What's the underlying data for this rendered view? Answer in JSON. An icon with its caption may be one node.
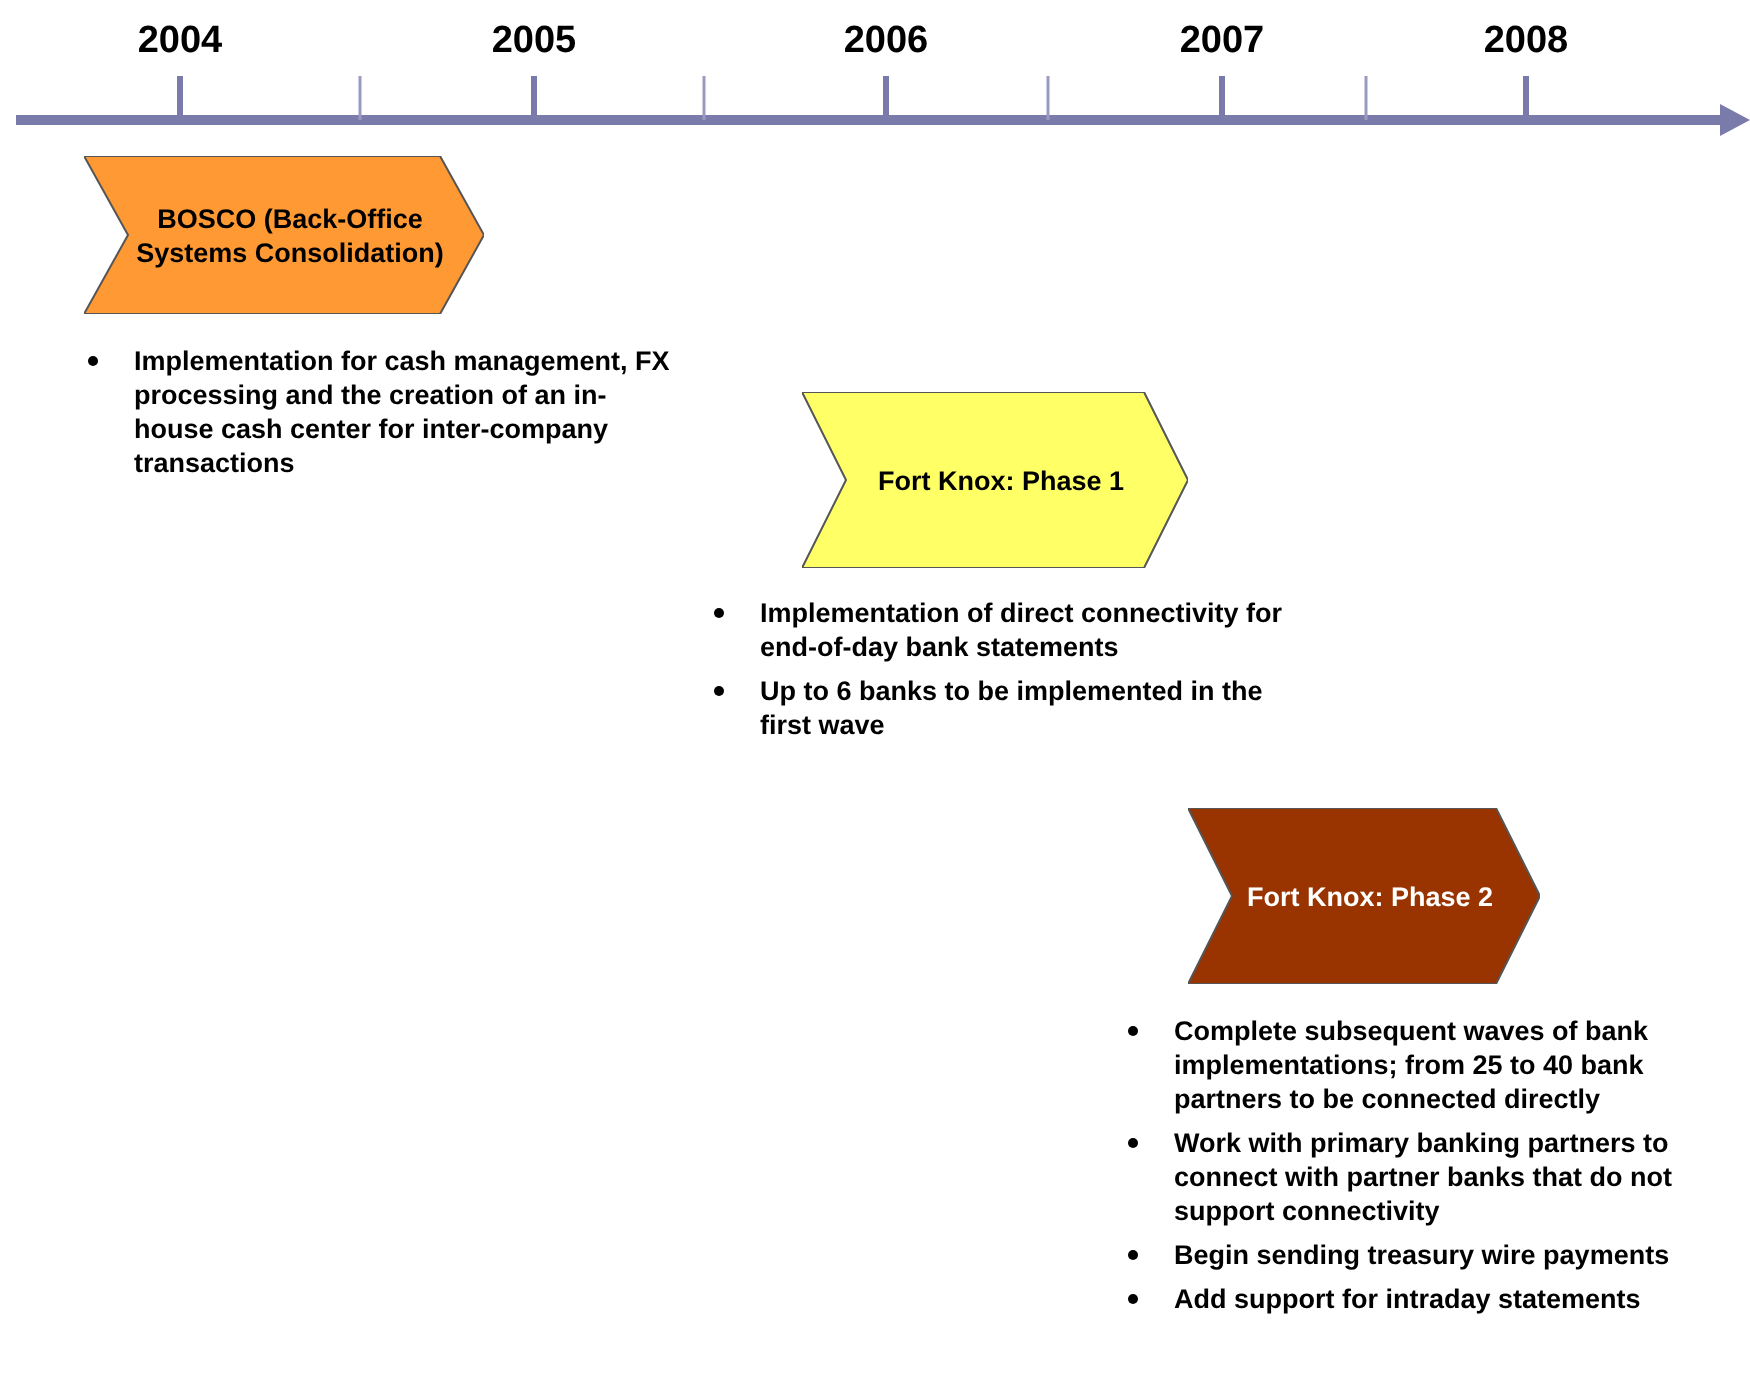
{
  "diagram": {
    "nodes": [
      {
        "text": [
          "BOSCO (Back-Office Systems Consolidation)"
        ],
        "beside": [
          "Implementation for cash management, FX processing and the creation of an in-house cash center for inter-company transactions"
        ]
      },
      {
        "text": [
          "Fort Knox: Phase 1"
        ],
        "beside": [
          "Implementation of direct connectivity for end-of-day bank statements",
          "Up to 6 banks to be implemented in the first wave"
        ]
      },
      {
        "text": [
          "Fort Knox: Phase 2"
        ],
        "beside": [
          "Complete subsequent waves of bank implementations; from 25 to 40 bank partners to be connected directly",
          "Work with primary banking partners to connect with partner banks that do not support connectivity",
          "Begin sending treasury wire payments",
          "Add support for intraday statements"
        ]
      }
    ],
    "edges": [],
    "labels": [
      "2004",
      "2005",
      "2006",
      "2007",
      "2008"
    ]
  }
}
